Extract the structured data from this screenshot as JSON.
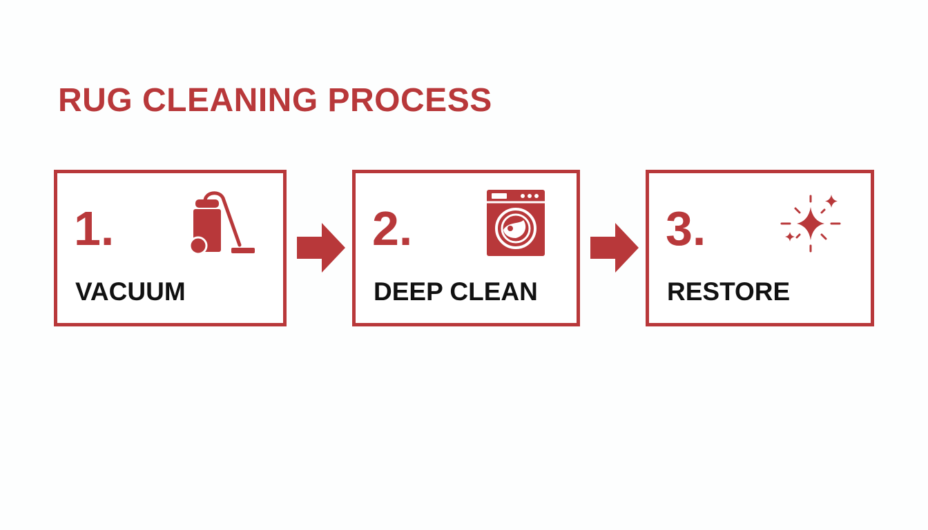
{
  "title": "RUG CLEANING PROCESS",
  "colors": {
    "accent": "#b8383a",
    "label": "#111111",
    "background": "#fdfefe"
  },
  "steps": [
    {
      "number": "1.",
      "label": "VACUUM",
      "icon": "vacuum-cleaner-icon"
    },
    {
      "number": "2.",
      "label": "DEEP CLEAN",
      "icon": "washing-machine-icon"
    },
    {
      "number": "3.",
      "label": "RESTORE",
      "icon": "sparkle-icon"
    }
  ],
  "connector_icon": "right-arrow-icon"
}
